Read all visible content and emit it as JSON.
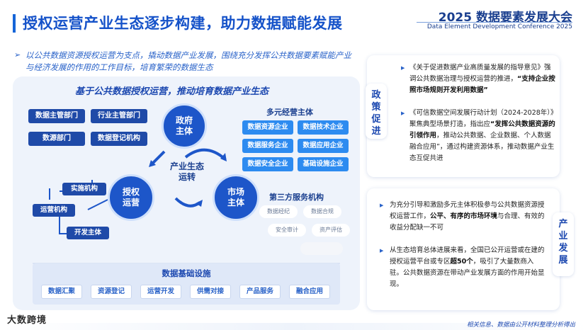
{
  "header": {
    "title": "授权运营产业生态逐步构建，助力数据赋能发展",
    "conf_name": "2025 数据要素发展大会",
    "conf_name_en": "Data Element Development Conference 2025"
  },
  "intro": {
    "marker": "➢",
    "text": "以公共数据资源授权运营为支点，撬动数据产业发展，围绕充分发挥公共数据要素赋能产业与经济发展的作用的工作目标，培育繁荣的数据生态"
  },
  "diagram": {
    "title": "基于公共数据授权运营，推动培育数据产业生态",
    "gov_departments": [
      "数据主管部门",
      "行业主管部门",
      "数源部门",
      "数据登记机构"
    ],
    "gov_circle": "政府\n主体",
    "auth_circle": "授权\n运营",
    "market_circle": "市场\n主体",
    "center_label": "产业生态\n运转",
    "auth_entities": [
      "实施机构",
      "运营机构",
      "开发主体"
    ],
    "multi_head": "多元经营主体",
    "multi_entities": [
      "数据资源企业",
      "数据技术企业",
      "数据服务企业",
      "数据应用企业",
      "数据安全企业",
      "基础设施企业"
    ],
    "third_head": "第三方服务机构",
    "third_entities": [
      "数据经纪",
      "数据合规",
      "安全审计",
      "资产评估"
    ],
    "infra_title": "数据基础设施",
    "infra_items": [
      "数据汇聚",
      "资源登记",
      "运营开发",
      "供需对接",
      "产品服务",
      "融合应用"
    ]
  },
  "policy": {
    "tab": "政策促进",
    "bullets": [
      {
        "pre": "《关于促进数据产业高质量发展的指导意见》强调公共数据治理与授权运营的推进，",
        "bold": "“支持企业按照市场规则开发利用数据”",
        "post": ""
      },
      {
        "pre": "《可信数据空间发展行动计划（2024-2028年）》聚焦典型场景打造，指出应",
        "bold": "“发挥公共数据资源的引领作用",
        "post": "，推动公共数据、企业数据、个人数据融合应用”，通过构建资源体系，推动数据产业生态互促共进"
      }
    ]
  },
  "industry": {
    "tab": "产业发展",
    "bullets": [
      {
        "pre": "为充分引导和激励多元主体积极参与公共数据资源授权运营工作，",
        "bold": "公平、有序的市场环境",
        "post": "与合理、有效的收益分配缺一不可"
      },
      {
        "pre": "从生态培育总体进展来看，全国已公开运营或在建的授权运营平台或专区",
        "bold": "超50个",
        "post": "，吸引了大量数商入驻。公共数据资源在带动产业发展方面的作用开始显现。"
      }
    ]
  },
  "footer": {
    "logo": "大数跨境",
    "note": "相关信息、数据由公开材料整理分析得出"
  },
  "colors": {
    "primary": "#1552c9",
    "dark": "#1f4aa8",
    "light": "#2d8bf0",
    "panel": "#eef3fb"
  }
}
